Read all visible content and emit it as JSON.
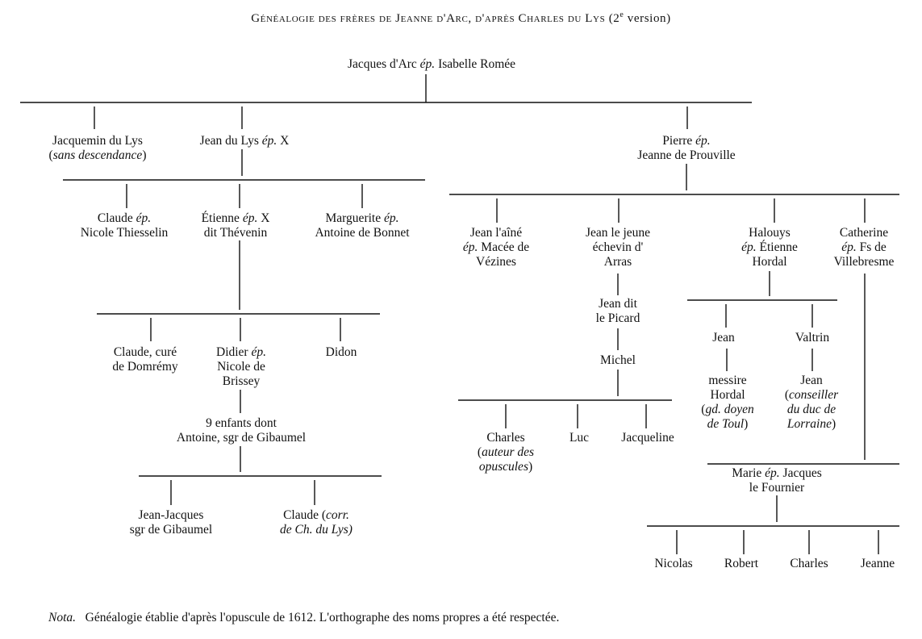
{
  "title": {
    "main": "Généalogie des frères de Jeanne d'Arc, d'après Charles du Lys",
    "suffix_open": "(2",
    "suffix_sup": "e",
    "suffix_close": " version)"
  },
  "people": {
    "root": "Jacques d'Arc ép. Isabelle Romée",
    "jacquemin": "Jacquemin du Lys",
    "jacquemin_note": "sans descendance",
    "jean_du_lys": "Jean du Lys ép. X",
    "pierre_l1": "Pierre ép.",
    "pierre_l2": "Jeanne de Prouville",
    "claude_l1": "Claude ép.",
    "claude_l2": "Nicole Thiesselin",
    "etienne_l1": "Étienne ép. X",
    "etienne_l2": "dit Thévenin",
    "marguerite_l1": "Marguerite ép.",
    "marguerite_l2": "Antoine de Bonnet",
    "claude_cure_l1": "Claude, curé",
    "claude_cure_l2": "de Domrémy",
    "didier_l1": "Didier ép.",
    "didier_l2": "Nicole de",
    "didier_l3": "Brissey",
    "didon": "Didon",
    "enfants_l1": "9 enfants dont",
    "enfants_l2": "Antoine, sgr de Gibaumel",
    "jeanjacques_l1": "Jean-Jacques",
    "jeanjacques_l2": "sgr de Gibaumel",
    "claude_corr_l1": "Claude (corr.",
    "claude_corr_l2": "de Ch. du Lys)",
    "jean_aine_l1": "Jean l'aîné",
    "jean_aine_l2": "ép. Macée de",
    "jean_aine_l3": "Vézines",
    "jean_jeune_l1": "Jean le jeune",
    "jean_jeune_l2": "échevin d'",
    "jean_jeune_l3": "Arras",
    "jean_picard_l1": "Jean dit",
    "jean_picard_l2": "le Picard",
    "michel": "Michel",
    "charles_auteur_l1": "Charles",
    "charles_auteur_l2": "auteur des",
    "charles_auteur_l3": "opuscules",
    "luc": "Luc",
    "jacqueline": "Jacqueline",
    "halouys_l1": "Halouys",
    "halouys_l2": "ép. Étienne",
    "halouys_l3": "Hordal",
    "catherine_l1": "Catherine",
    "catherine_l2": "ép. Fs de",
    "catherine_l3": "Villebresme",
    "jean_h": "Jean",
    "valtrin": "Valtrin",
    "messire_l1": "messire",
    "messire_l2": "Hordal",
    "messire_l3": "gd. doyen",
    "messire_l4": "de Toul",
    "jean_v_l1": "Jean",
    "jean_v_l2": "conseiller",
    "jean_v_l3": "du duc de",
    "jean_v_l4": "Lorraine",
    "marie_l1": "Marie ép. Jacques",
    "marie_l2": "le Fournier",
    "nicolas": "Nicolas",
    "robert": "Robert",
    "charles_m": "Charles",
    "jeanne": "Jeanne"
  },
  "nota": {
    "label": "Nota.",
    "text": "Généalogie établie d'après l'opuscule de 1612. L'orthographe des noms propres a été respectée."
  }
}
